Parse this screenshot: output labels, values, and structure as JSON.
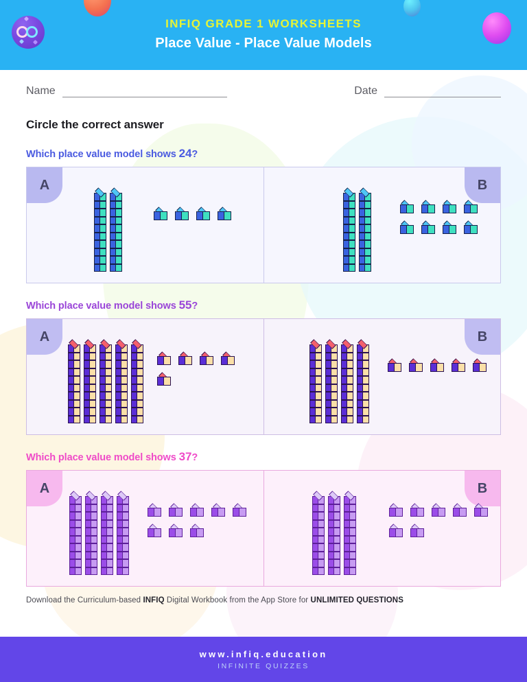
{
  "theme": {
    "header_bg": "#29b2f3",
    "header_sub_color": "#e6f436",
    "footer_bg": "#6246e8",
    "q1_color": "#4a5ae0",
    "q2_color": "#9a45d8",
    "q3_color": "#ef4bc8"
  },
  "header": {
    "logo_name": "infiq-logo",
    "subtitle": "INFIQ GRADE 1 WORKSHEETS",
    "title": "Place Value - Place Value Models",
    "spheres": [
      "coral-sphere",
      "cyan-sphere",
      "magenta-sphere"
    ]
  },
  "form": {
    "name_label": "Name",
    "date_label": "Date",
    "name_value": "",
    "date_value": ""
  },
  "instruction": "Circle the correct answer",
  "questions": [
    {
      "prompt_prefix": "Which place value model shows ",
      "number": "24",
      "prompt_suffix": "?",
      "color": "#4a5ae0",
      "tab_bg": "#b9b9f0",
      "box_bg": "#f6f6fe",
      "border": "#c9c9ec",
      "block_theme": "t-blue",
      "options": [
        {
          "label": "A",
          "tens": 2,
          "ones": 4,
          "value": 24,
          "ones_rows": [
            4
          ]
        },
        {
          "label": "B",
          "tens": 2,
          "ones": 8,
          "value": 28,
          "ones_rows": [
            4,
            4
          ]
        }
      ]
    },
    {
      "prompt_prefix": "Which place value model shows ",
      "number": "55",
      "prompt_suffix": "?",
      "color": "#9a45d8",
      "tab_bg": "#c0bdf2",
      "box_bg": "#f7f3fb",
      "border": "#cdbde4",
      "block_theme": "t-purple",
      "options": [
        {
          "label": "A",
          "tens": 5,
          "ones": 5,
          "value": 55,
          "ones_rows": [
            4,
            1
          ]
        },
        {
          "label": "B",
          "tens": 4,
          "ones": 5,
          "value": 45,
          "ones_rows": [
            5
          ]
        }
      ]
    },
    {
      "prompt_prefix": "Which place value model shows ",
      "number": "37",
      "prompt_suffix": "?",
      "color": "#ef4bc8",
      "tab_bg": "#f7b9ee",
      "box_bg": "#fdf0fb",
      "border": "#e9a9de",
      "block_theme": "t-violet",
      "options": [
        {
          "label": "A",
          "tens": 4,
          "ones": 8,
          "value": 48,
          "ones_rows": [
            5,
            3
          ]
        },
        {
          "label": "B",
          "tens": 3,
          "ones": 7,
          "value": 37,
          "ones_rows": [
            5,
            2
          ]
        }
      ]
    }
  ],
  "promo": {
    "text_1": "Download the Curriculum-based ",
    "brand": "INFIQ",
    "text_2": " Digital Workbook from the App Store for ",
    "emphasis": "UNLIMITED QUESTIONS"
  },
  "footer": {
    "url": "www.infiq.education",
    "tagline": "INFINITE QUIZZES"
  }
}
